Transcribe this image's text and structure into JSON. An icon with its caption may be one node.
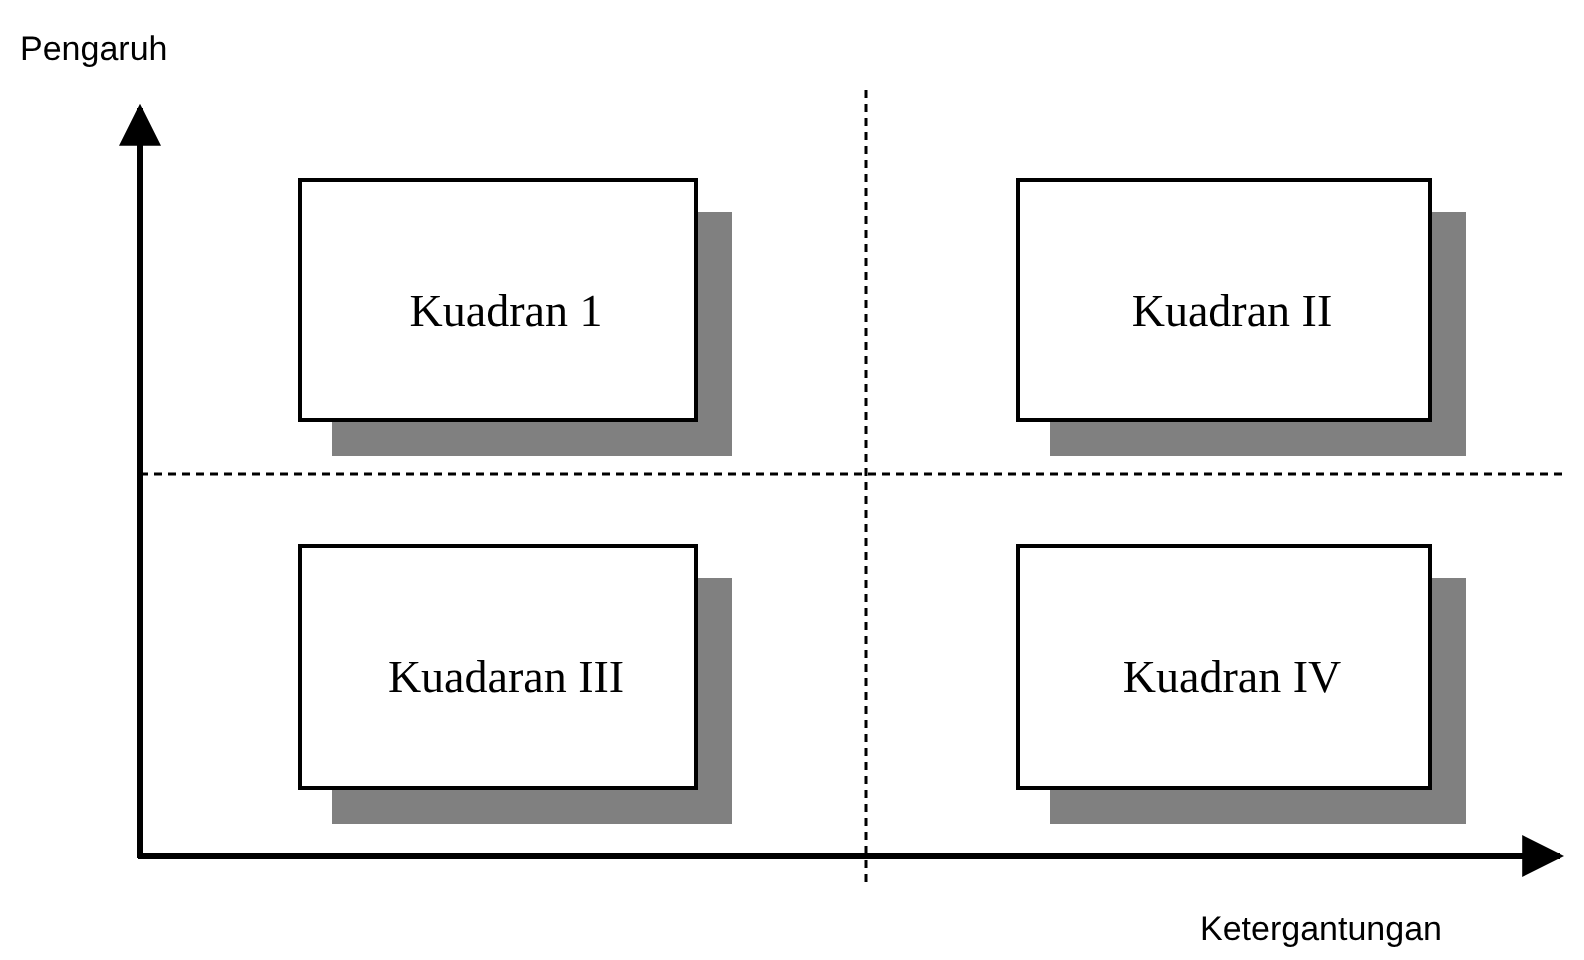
{
  "diagram": {
    "nodes": [
      {
        "text": [
          "Kuadran 1"
        ]
      },
      {
        "text": [
          "Kuadran II"
        ]
      },
      {
        "text": [
          "Kuadaran III"
        ]
      },
      {
        "text": [
          "Kuadran IV"
        ]
      }
    ],
    "labels": [
      "Pengaruh",
      "Ketergantungan"
    ]
  }
}
